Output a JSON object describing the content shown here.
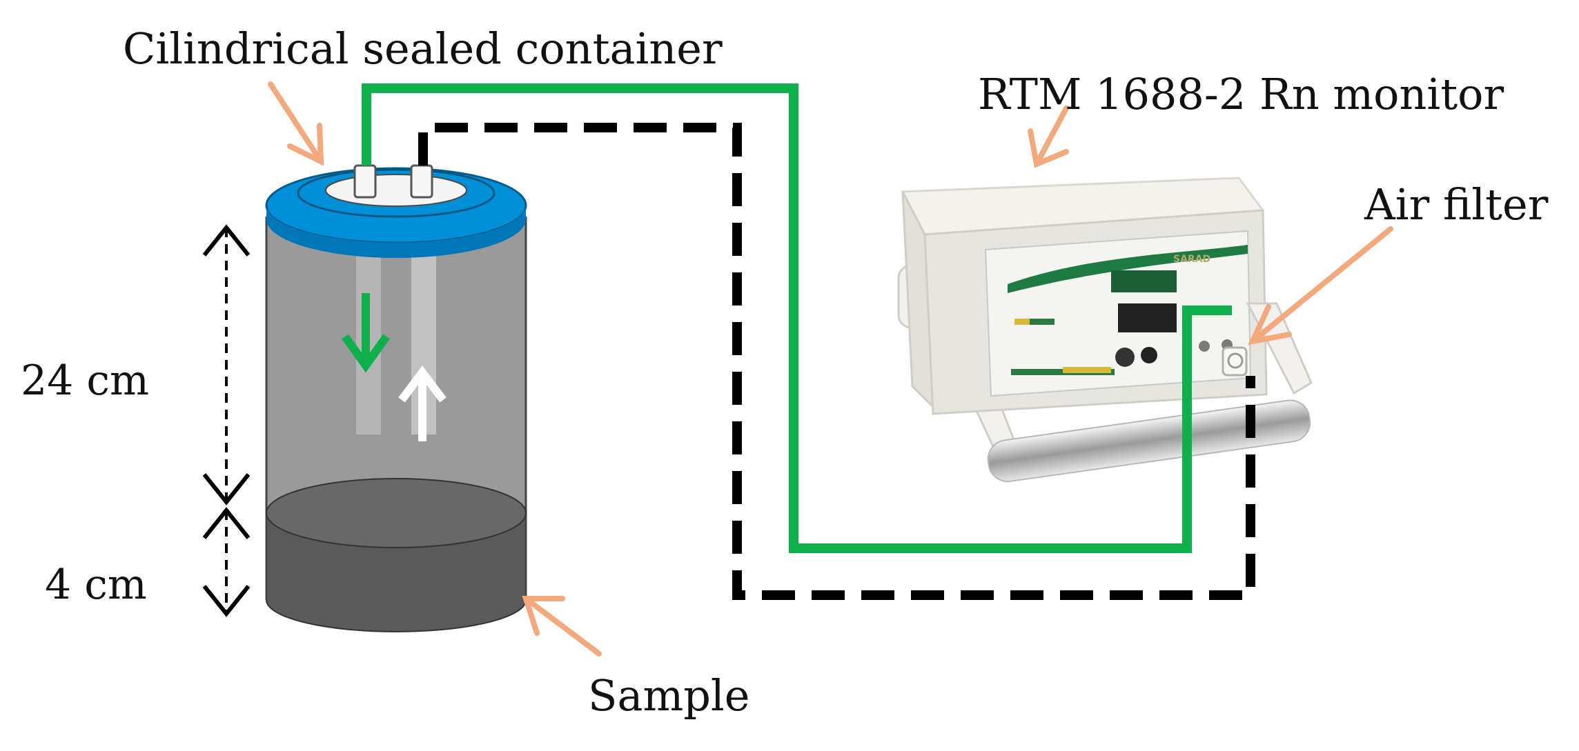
{
  "labels": {
    "container": "Cilindrical sealed container",
    "monitor": "RTM 1688-2 Rn monitor",
    "air_filter": "Air filter",
    "sample": "Sample",
    "dim_24": "24 cm",
    "dim_4": "4 cm",
    "brand_mark": "SARAD"
  },
  "colors": {
    "green_line": "#0db04b",
    "black_line": "#000000",
    "callout_arrow": "#f4a97c",
    "lid_blue": "#0082c8",
    "container_body": "#9a9a9a",
    "sample_fill": "#5a5a5a",
    "monitor_case": "#ecebe6"
  }
}
